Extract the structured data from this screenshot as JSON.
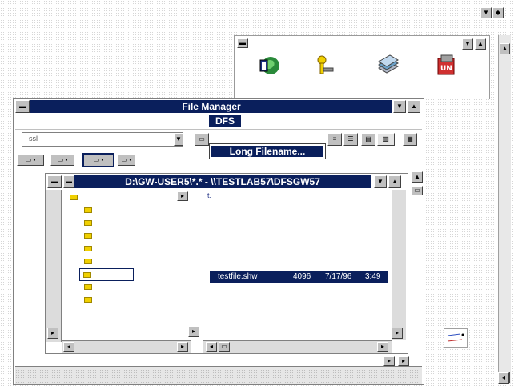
{
  "file_manager": {
    "title": "File Manager",
    "path_title": "D:\\GW-USER5\\*.* - \\\\TESTLAB57\\DFSGW57",
    "drive_value": "ssl"
  },
  "menus": {
    "dfs_label": "DFS",
    "dfs_items": [
      "Long Filename..."
    ]
  },
  "file_list": {
    "parent_marker": "t.",
    "rows": [
      {
        "name": "testfile.shw",
        "size": "4096",
        "date": "7/17/96",
        "time": "3:49"
      }
    ]
  },
  "colors": {
    "title_bar": "#0a1f5c",
    "selection": "#0a1f5c",
    "desktop_dot": "#d6d6d6",
    "folder": "#f0d000"
  },
  "icons": [
    "globe-icon",
    "key-icon",
    "book-stack-icon",
    "uninstall-icon"
  ]
}
